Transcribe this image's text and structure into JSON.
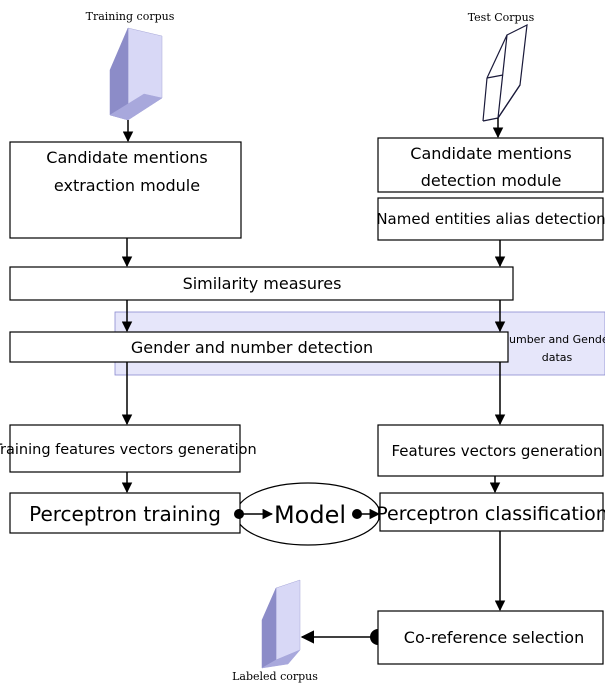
{
  "nodes": {
    "training_corpus": "Training corpus",
    "test_corpus": "Test Corpus",
    "candidate_extraction_l1": "Candidate mentions",
    "candidate_extraction_l2": "extraction module",
    "candidate_detection_l1": "Candidate mentions",
    "candidate_detection_l2": "detection module",
    "named_entities_alias": "Named entities alias detection",
    "similarity_measures": "Similarity measures",
    "gender_number_detection": "Gender and number detection",
    "number_gender_data_l1": "Number and Gender",
    "number_gender_data_l2": "datas",
    "training_features": "Training features vectors generation",
    "features_vectors": "Features vectors generation",
    "perceptron_training": "Perceptron training",
    "model": "Model",
    "perceptron_classification": "Perceptron classification",
    "coreference_selection": "Co-reference selection",
    "labeled_corpus": "Labeled corpus"
  },
  "colors": {
    "corpus_front": "#d8d8f6",
    "corpus_side": "#8c8cc8",
    "corpus_top": "#b8b8e8",
    "data_band": "#e6e6fa"
  }
}
